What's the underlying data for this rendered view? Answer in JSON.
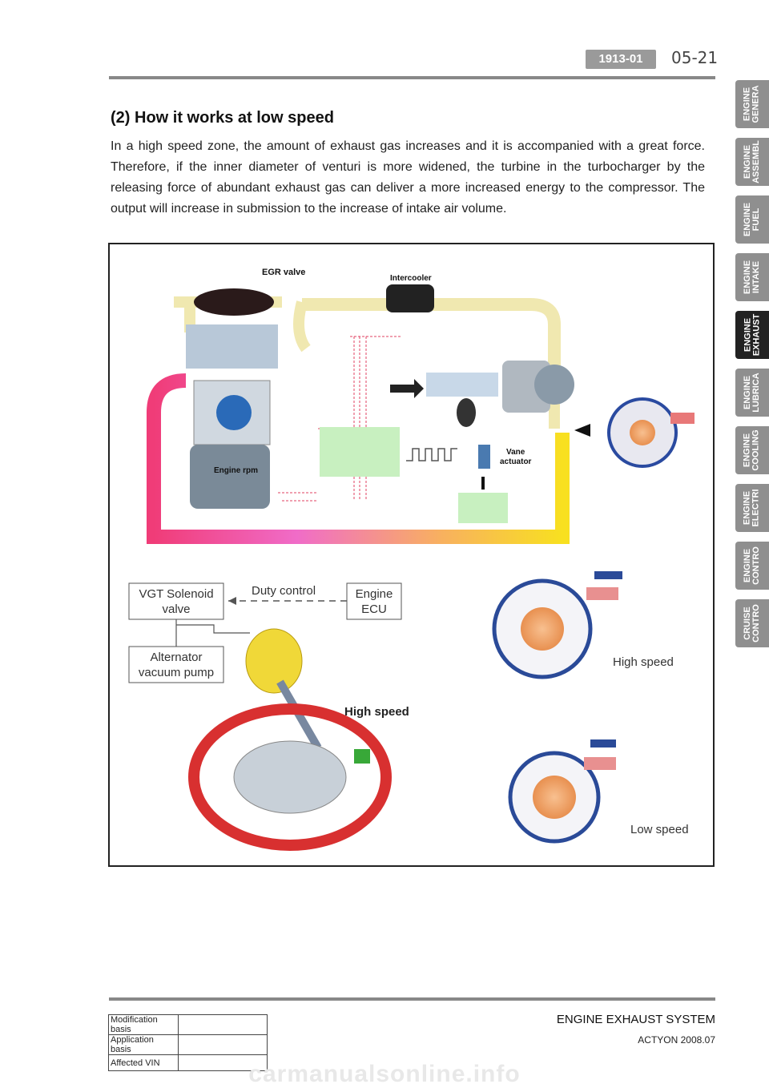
{
  "header": {
    "code": "1913-01",
    "page": "05-21"
  },
  "section": {
    "title": "(2) How it works at low speed",
    "body": "In a high speed zone, the amount of exhaust gas increases and it is accompanied with a great force. Therefore, if the inner diameter of venturi is more widened, the turbine in the turbocharger by the releasing force of abundant exhaust gas can deliver a more increased energy to the compressor. The output will increase in submission to the increase of intake air volume."
  },
  "tabs": [
    {
      "label": "ENGINE\nGENERA",
      "active": false
    },
    {
      "label": "ENGINE\nASSEMBL",
      "active": false
    },
    {
      "label": "ENGINE\nFUEL",
      "active": false
    },
    {
      "label": "ENGINE\nINTAKE",
      "active": false
    },
    {
      "label": "ENGINE\nEXHAUST",
      "active": true
    },
    {
      "label": "ENGINE\nLUBRICA",
      "active": false
    },
    {
      "label": "ENGINE\nCOOLING",
      "active": false
    },
    {
      "label": "ENGINE\nELECTRI",
      "active": false
    },
    {
      "label": "ENGINE\nCONTRO",
      "active": false
    },
    {
      "label": "CRUISE\nCONTRO",
      "active": false
    }
  ],
  "diagram": {
    "egr_valve": "EGR valve",
    "intercooler": "Intercooler",
    "engine_rpm": "Engine rpm",
    "vane_actuator_1": "Vane",
    "vane_actuator_2": "actuator",
    "vgt_solenoid_1": "VGT Solenoid",
    "vgt_solenoid_2": "valve",
    "duty_control": "Duty control",
    "engine_ecu_1": "Engine",
    "engine_ecu_2": "ECU",
    "alternator_1": "Alternator",
    "alternator_2": "vacuum pump",
    "high_speed_actuator": "High speed",
    "high_speed_turbine": "High speed",
    "low_speed_turbine": "Low speed"
  },
  "footer": {
    "system": "ENGINE EXHAUST SYSTEM",
    "model": "ACTYON 2008.07",
    "modification_basis": "Modification basis",
    "application_basis": "Application basis",
    "affected_vin": "Affected VIN",
    "watermark": "carmanualsonline.info"
  },
  "colors": {
    "tab_gray": "#8f8f8f",
    "tab_active": "#222222",
    "pipe_yellow": "#f0e8b0",
    "exhaust_gradient_start": "#e83070",
    "exhaust_gradient_end": "#f8e020",
    "ecu_green": "#c8f0c0"
  }
}
